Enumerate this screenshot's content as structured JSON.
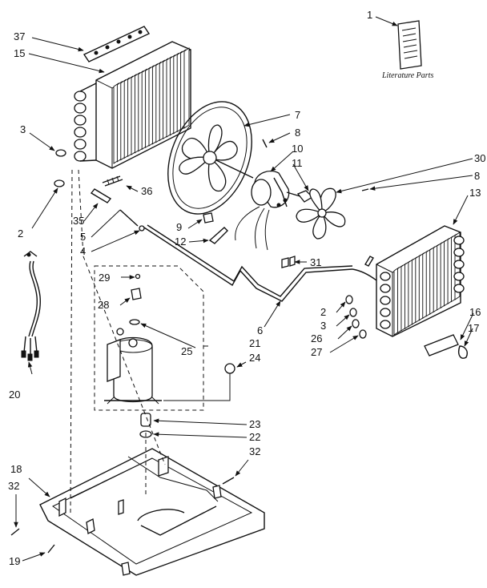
{
  "literature_caption": "Literature Parts",
  "callouts": {
    "c1": "1",
    "c2": "2",
    "c3": "3",
    "c4": "4",
    "c5": "5",
    "c6": "6",
    "c7": "7",
    "c8": "8",
    "c9": "9",
    "c10": "10",
    "c11": "11",
    "c12": "12",
    "c13": "13",
    "c15": "15",
    "c16": "16",
    "c17": "17",
    "c18": "18",
    "c19": "19",
    "c20": "20",
    "c21": "21",
    "c22": "22",
    "c23": "23",
    "c24": "24",
    "c25": "25",
    "c26": "26",
    "c27": "27",
    "c28": "28",
    "c29": "29",
    "c30": "30",
    "c31": "31",
    "c32": "32",
    "c35": "35",
    "c36": "36",
    "c37": "37",
    "c2b": "2",
    "c3b": "3",
    "c8b": "8",
    "c32b": "32"
  }
}
